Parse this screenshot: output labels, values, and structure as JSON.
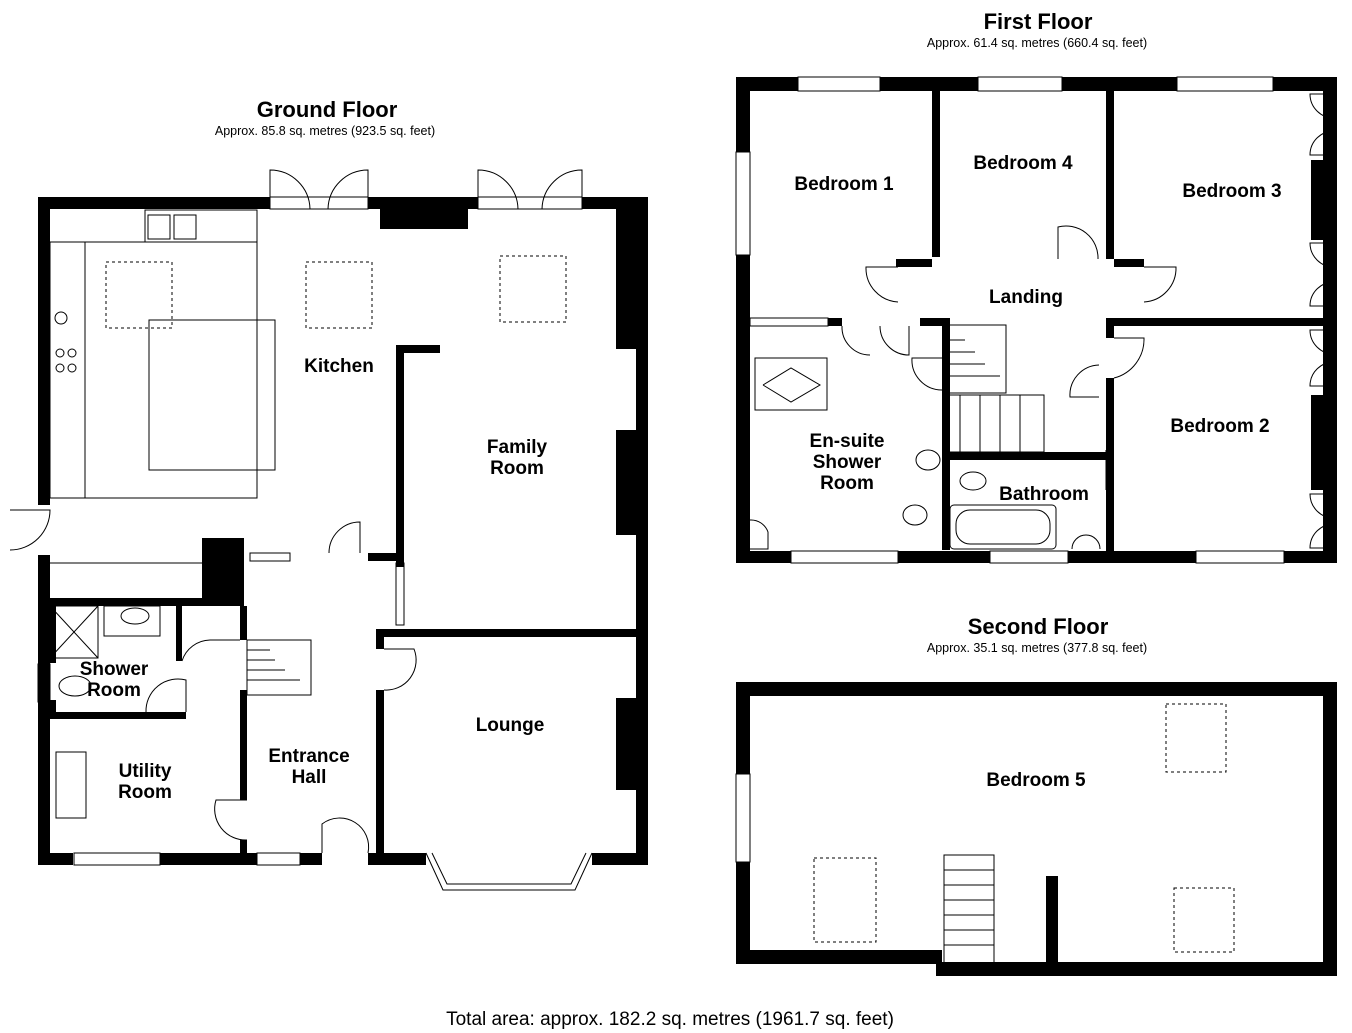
{
  "floors": {
    "ground": {
      "title": "Ground Floor",
      "area": "Approx. 85.8 sq. metres (923.5 sq. feet)",
      "rooms": {
        "kitchen": "Kitchen",
        "family_room_1": "Family",
        "family_room_2": "Room",
        "lounge": "Lounge",
        "shower_room_1": "Shower",
        "shower_room_2": "Room",
        "utility_room_1": "Utility",
        "utility_room_2": "Room",
        "entrance_hall_1": "Entrance",
        "entrance_hall_2": "Hall"
      }
    },
    "first": {
      "title": "First Floor",
      "area": "Approx. 61.4 sq. metres (660.4 sq. feet)",
      "rooms": {
        "bedroom_1": "Bedroom 1",
        "bedroom_4": "Bedroom 4",
        "bedroom_3": "Bedroom 3",
        "landing": "Landing",
        "bedroom_2": "Bedroom 2",
        "ensuite_1": "En-suite",
        "ensuite_2": "Shower",
        "ensuite_3": "Room",
        "bathroom": "Bathroom"
      }
    },
    "second": {
      "title": "Second Floor",
      "area": "Approx. 35.1 sq. metres (377.8 sq. feet)",
      "rooms": {
        "bedroom_5": "Bedroom 5"
      }
    }
  },
  "total_area": "Total area: approx. 182.2 sq. metres (1961.7 sq. feet)"
}
